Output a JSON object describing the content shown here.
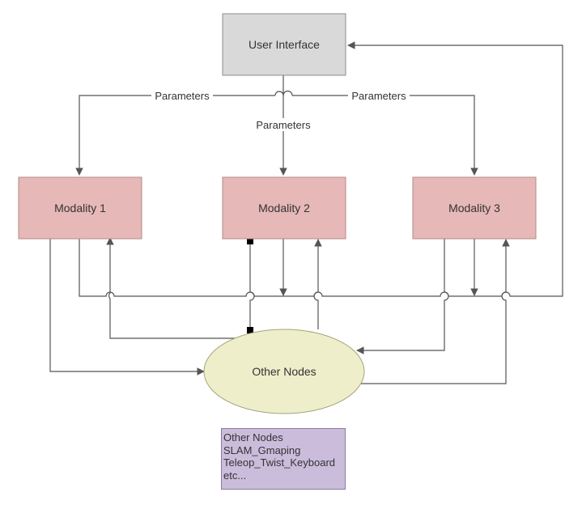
{
  "nodes": {
    "user_interface": {
      "label": "User Interface",
      "fill": "#d9d9d9"
    },
    "modality_1": {
      "label": "Modality 1",
      "fill": "#e6b8b7"
    },
    "modality_2": {
      "label": "Modality 2",
      "fill": "#e6b8b7"
    },
    "modality_3": {
      "label": "Modality 3",
      "fill": "#e6b8b7"
    },
    "other_nodes": {
      "label": "Other Nodes",
      "fill": "#eeeeca"
    }
  },
  "edge_labels": {
    "params_left": "Parameters",
    "params_center": "Parameters",
    "params_right": "Parameters"
  },
  "note": {
    "lines": [
      "Other Nodes",
      "SLAM_Gmaping",
      "Teleop_Twist_Keyboard",
      "etc..."
    ],
    "fill": "#cbbcdc"
  }
}
